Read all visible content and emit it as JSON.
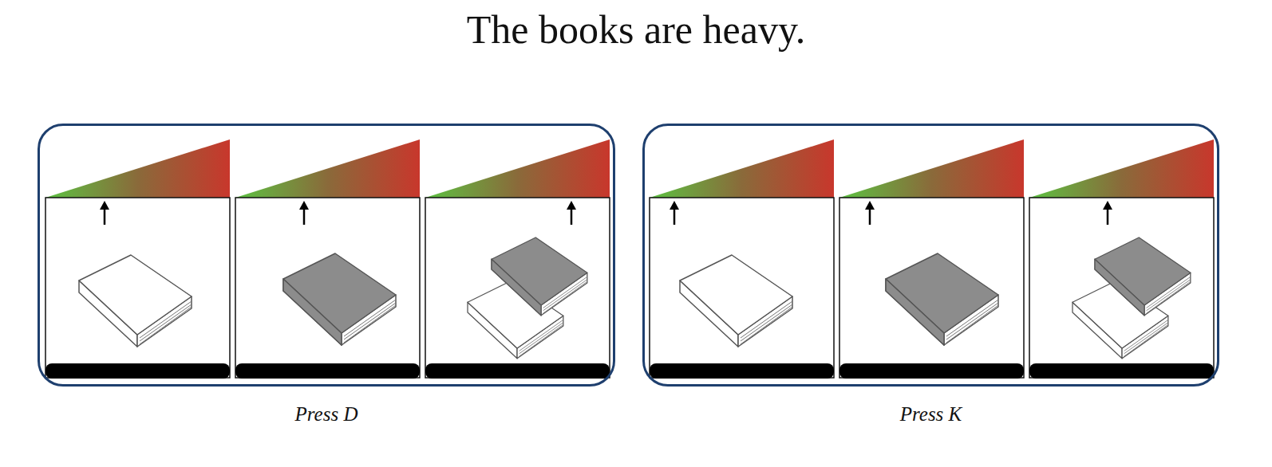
{
  "diagram": {
    "title": "The books are heavy.",
    "nodes": [
      {
        "text": [
          "Press D"
        ]
      },
      {
        "text": [
          "Press K"
        ]
      }
    ]
  }
}
